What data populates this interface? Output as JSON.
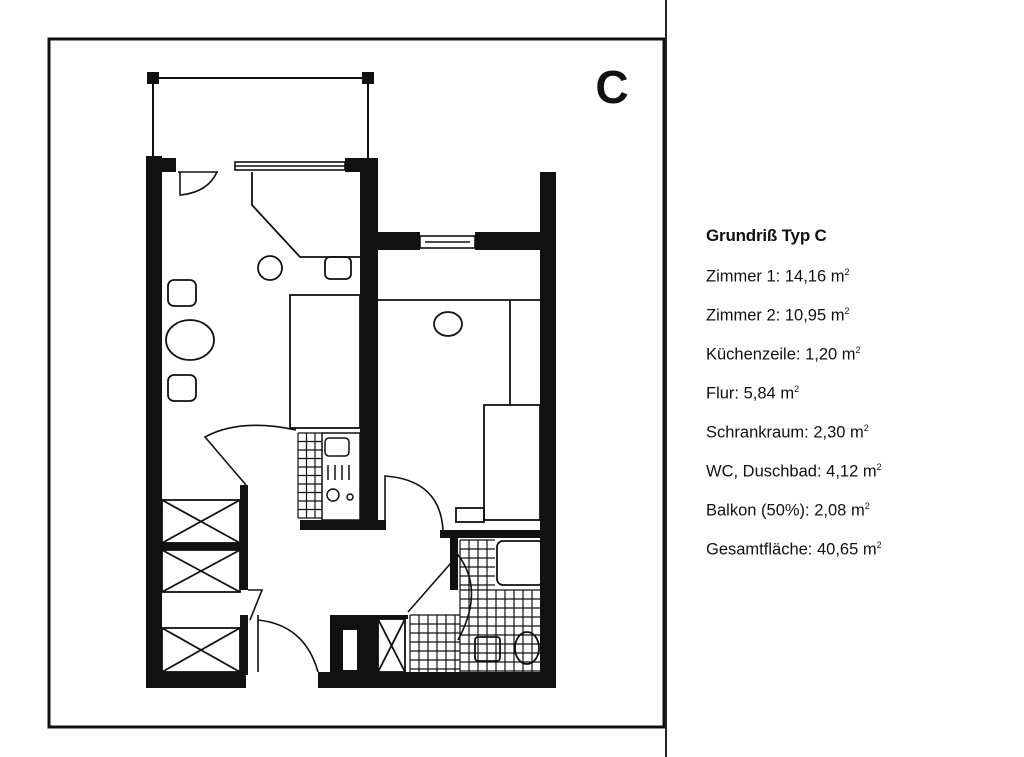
{
  "plan": {
    "type_letter": "C"
  },
  "legend": {
    "title": "Grundriß Typ C",
    "unit": "m",
    "unit_exponent": "2",
    "items": [
      {
        "label": "Zimmer 1:",
        "value": "14,16"
      },
      {
        "label": "Zimmer 2:",
        "value": "10,95"
      },
      {
        "label": "Küchenzeile:",
        "value": "1,20"
      },
      {
        "label": "Flur:",
        "value": "5,84"
      },
      {
        "label": "Schrankraum:",
        "value": "2,30"
      },
      {
        "label": "WC, Duschbad:",
        "value": "4,12"
      },
      {
        "label": "Balkon (50%):",
        "value": "2,08"
      },
      {
        "label": "Gesamtfläche:",
        "value": "40,65"
      }
    ]
  },
  "colors": {
    "ink": "#111111",
    "paper": "#ffffff"
  }
}
